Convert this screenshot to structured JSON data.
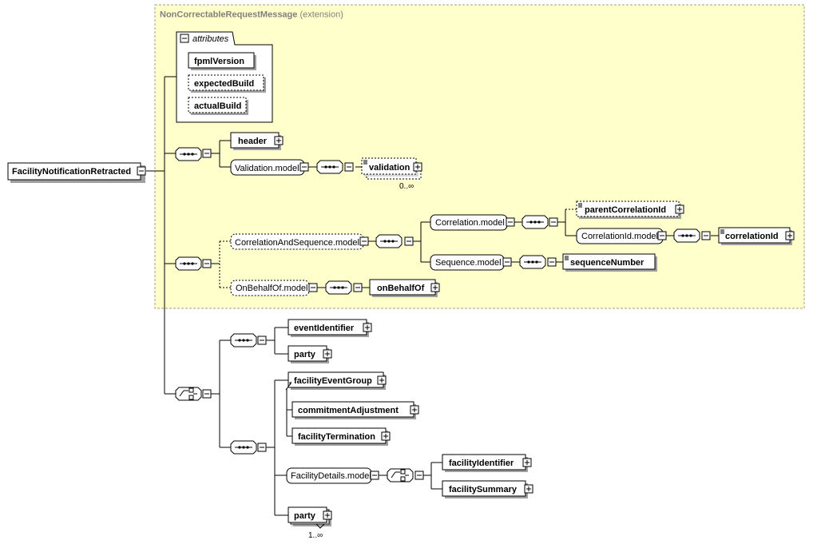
{
  "extension": {
    "type_name": "NonCorrectableRequestMessage",
    "suffix": "(extension)"
  },
  "root": {
    "label": "FacilityNotificationRetracted"
  },
  "attributes": {
    "title": "attributes",
    "items": [
      "fpmlVersion",
      "expectedBuild",
      "actualBuild"
    ]
  },
  "elements": {
    "header": "header",
    "validation_model": "Validation.model",
    "validation": "validation",
    "validation_occurs": "0..∞",
    "correlation_and_sequence_model": "CorrelationAndSequence.model",
    "correlation_model": "Correlation.model",
    "parent_correlation_id": "parentCorrelationId",
    "correlation_id_model": "CorrelationId.model",
    "correlation_id": "correlationId",
    "sequence_model": "Sequence.model",
    "sequence_number": "sequenceNumber",
    "on_behalf_of_model": "OnBehalfOf.model",
    "on_behalf_of": "onBehalfOf",
    "event_identifier": "eventIdentifier",
    "party_1": "party",
    "facility_event_group": "facilityEventGroup",
    "commitment_adjustment": "commitmentAdjustment",
    "facility_termination": "facilityTermination",
    "facility_details_model": "FacilityDetails.model",
    "facility_identifier": "facilityIdentifier",
    "facility_summary": "facilitySummary",
    "party_2": "party",
    "party_2_occurs": "1..∞"
  },
  "colors": {
    "extension_fill": "#ffffcc",
    "extension_border": "#a0a080",
    "shadow": "#a0a0a0"
  }
}
